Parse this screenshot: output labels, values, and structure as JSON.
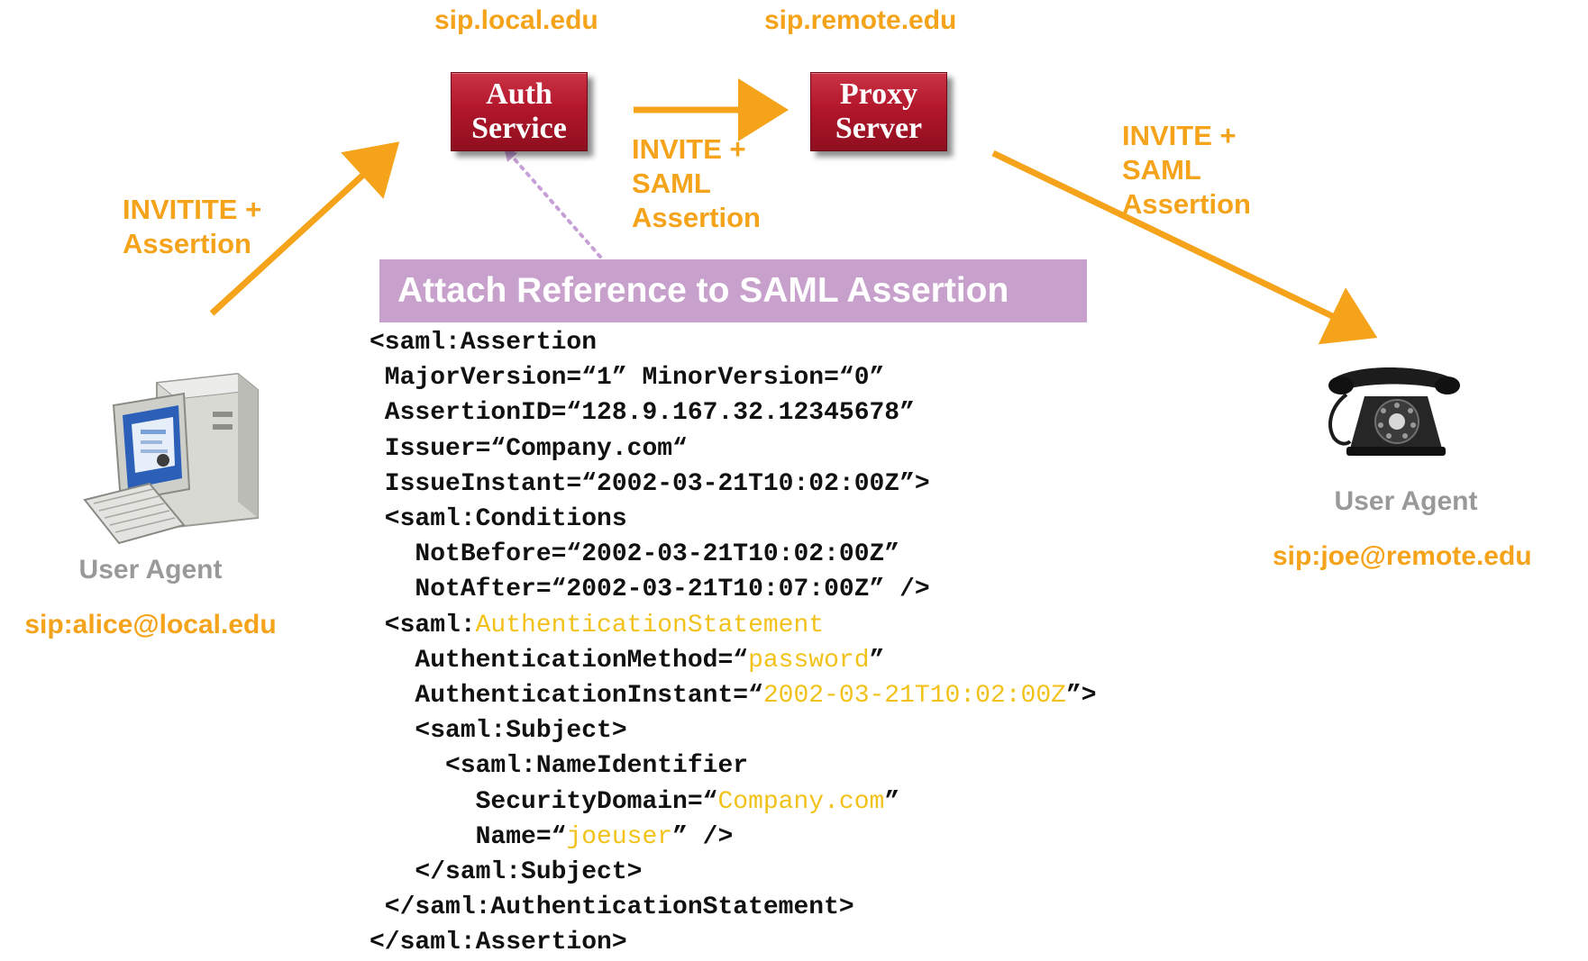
{
  "domains": {
    "local": "sip.local.edu",
    "remote": "sip.remote.edu"
  },
  "nodes": {
    "auth": {
      "line1": "Auth",
      "line2": "Service"
    },
    "proxy": {
      "line1": "Proxy",
      "line2": "Server"
    }
  },
  "edge_labels": {
    "ua_to_auth": {
      "line1": "INVITITE +",
      "line2": "Assertion"
    },
    "auth_to_proxy": {
      "line1": "INVITE +",
      "line2": "SAML",
      "line3": "Assertion"
    },
    "proxy_to_ua": {
      "line1": "INVITE +",
      "line2": "SAML",
      "line3": "Assertion"
    }
  },
  "left_agent": {
    "label": "User Agent",
    "address": "sip:alice@local.edu",
    "icon": "desktop-computer-icon"
  },
  "right_agent": {
    "label": "User Agent",
    "address": "sip:joe@remote.edu",
    "icon": "telephone-icon"
  },
  "banner": "Attach Reference to SAML Assertion",
  "code": {
    "l1": "<saml:Assertion",
    "l2": " MajorVersion=“1” MinorVersion=“0”",
    "l3": " AssertionID=“128.9.167.32.12345678”",
    "l4": " Issuer=“Company.com“",
    "l5": " IssueInstant=“2002-03-21T10:02:00Z”>",
    "l6": " <saml:Conditions",
    "l7": "   NotBefore=“2002-03-21T10:02:00Z”",
    "l8": "   NotAfter=“2002-03-21T10:07:00Z” />",
    "l9a": " <saml:",
    "l9b": "AuthenticationStatement",
    "l10a": "   AuthenticationMethod=“",
    "l10b": "password",
    "l10c": "”",
    "l11a": "   AuthenticationInstant=“",
    "l11b": "2002-03-21T10:02:00Z",
    "l11c": "”>",
    "l12": "   <saml:Subject>",
    "l13": "     <saml:NameIdentifier",
    "l14a": "       SecurityDomain=“",
    "l14b": "Company.com",
    "l14c": "”",
    "l15a": "       Name=“",
    "l15b": "joeuser",
    "l15c": "” />",
    "l16": "   </saml:Subject>",
    "l17": " </saml:AuthenticationStatement>",
    "l18": "</saml:Assertion>"
  },
  "colors": {
    "accent_orange": "#f5a31a",
    "node_red": "#b3162b",
    "banner_purple": "#c8a0cc",
    "highlight_yellow": "#f2c21b",
    "label_gray": "#999999",
    "dotted_line": "#c8a0d8"
  }
}
